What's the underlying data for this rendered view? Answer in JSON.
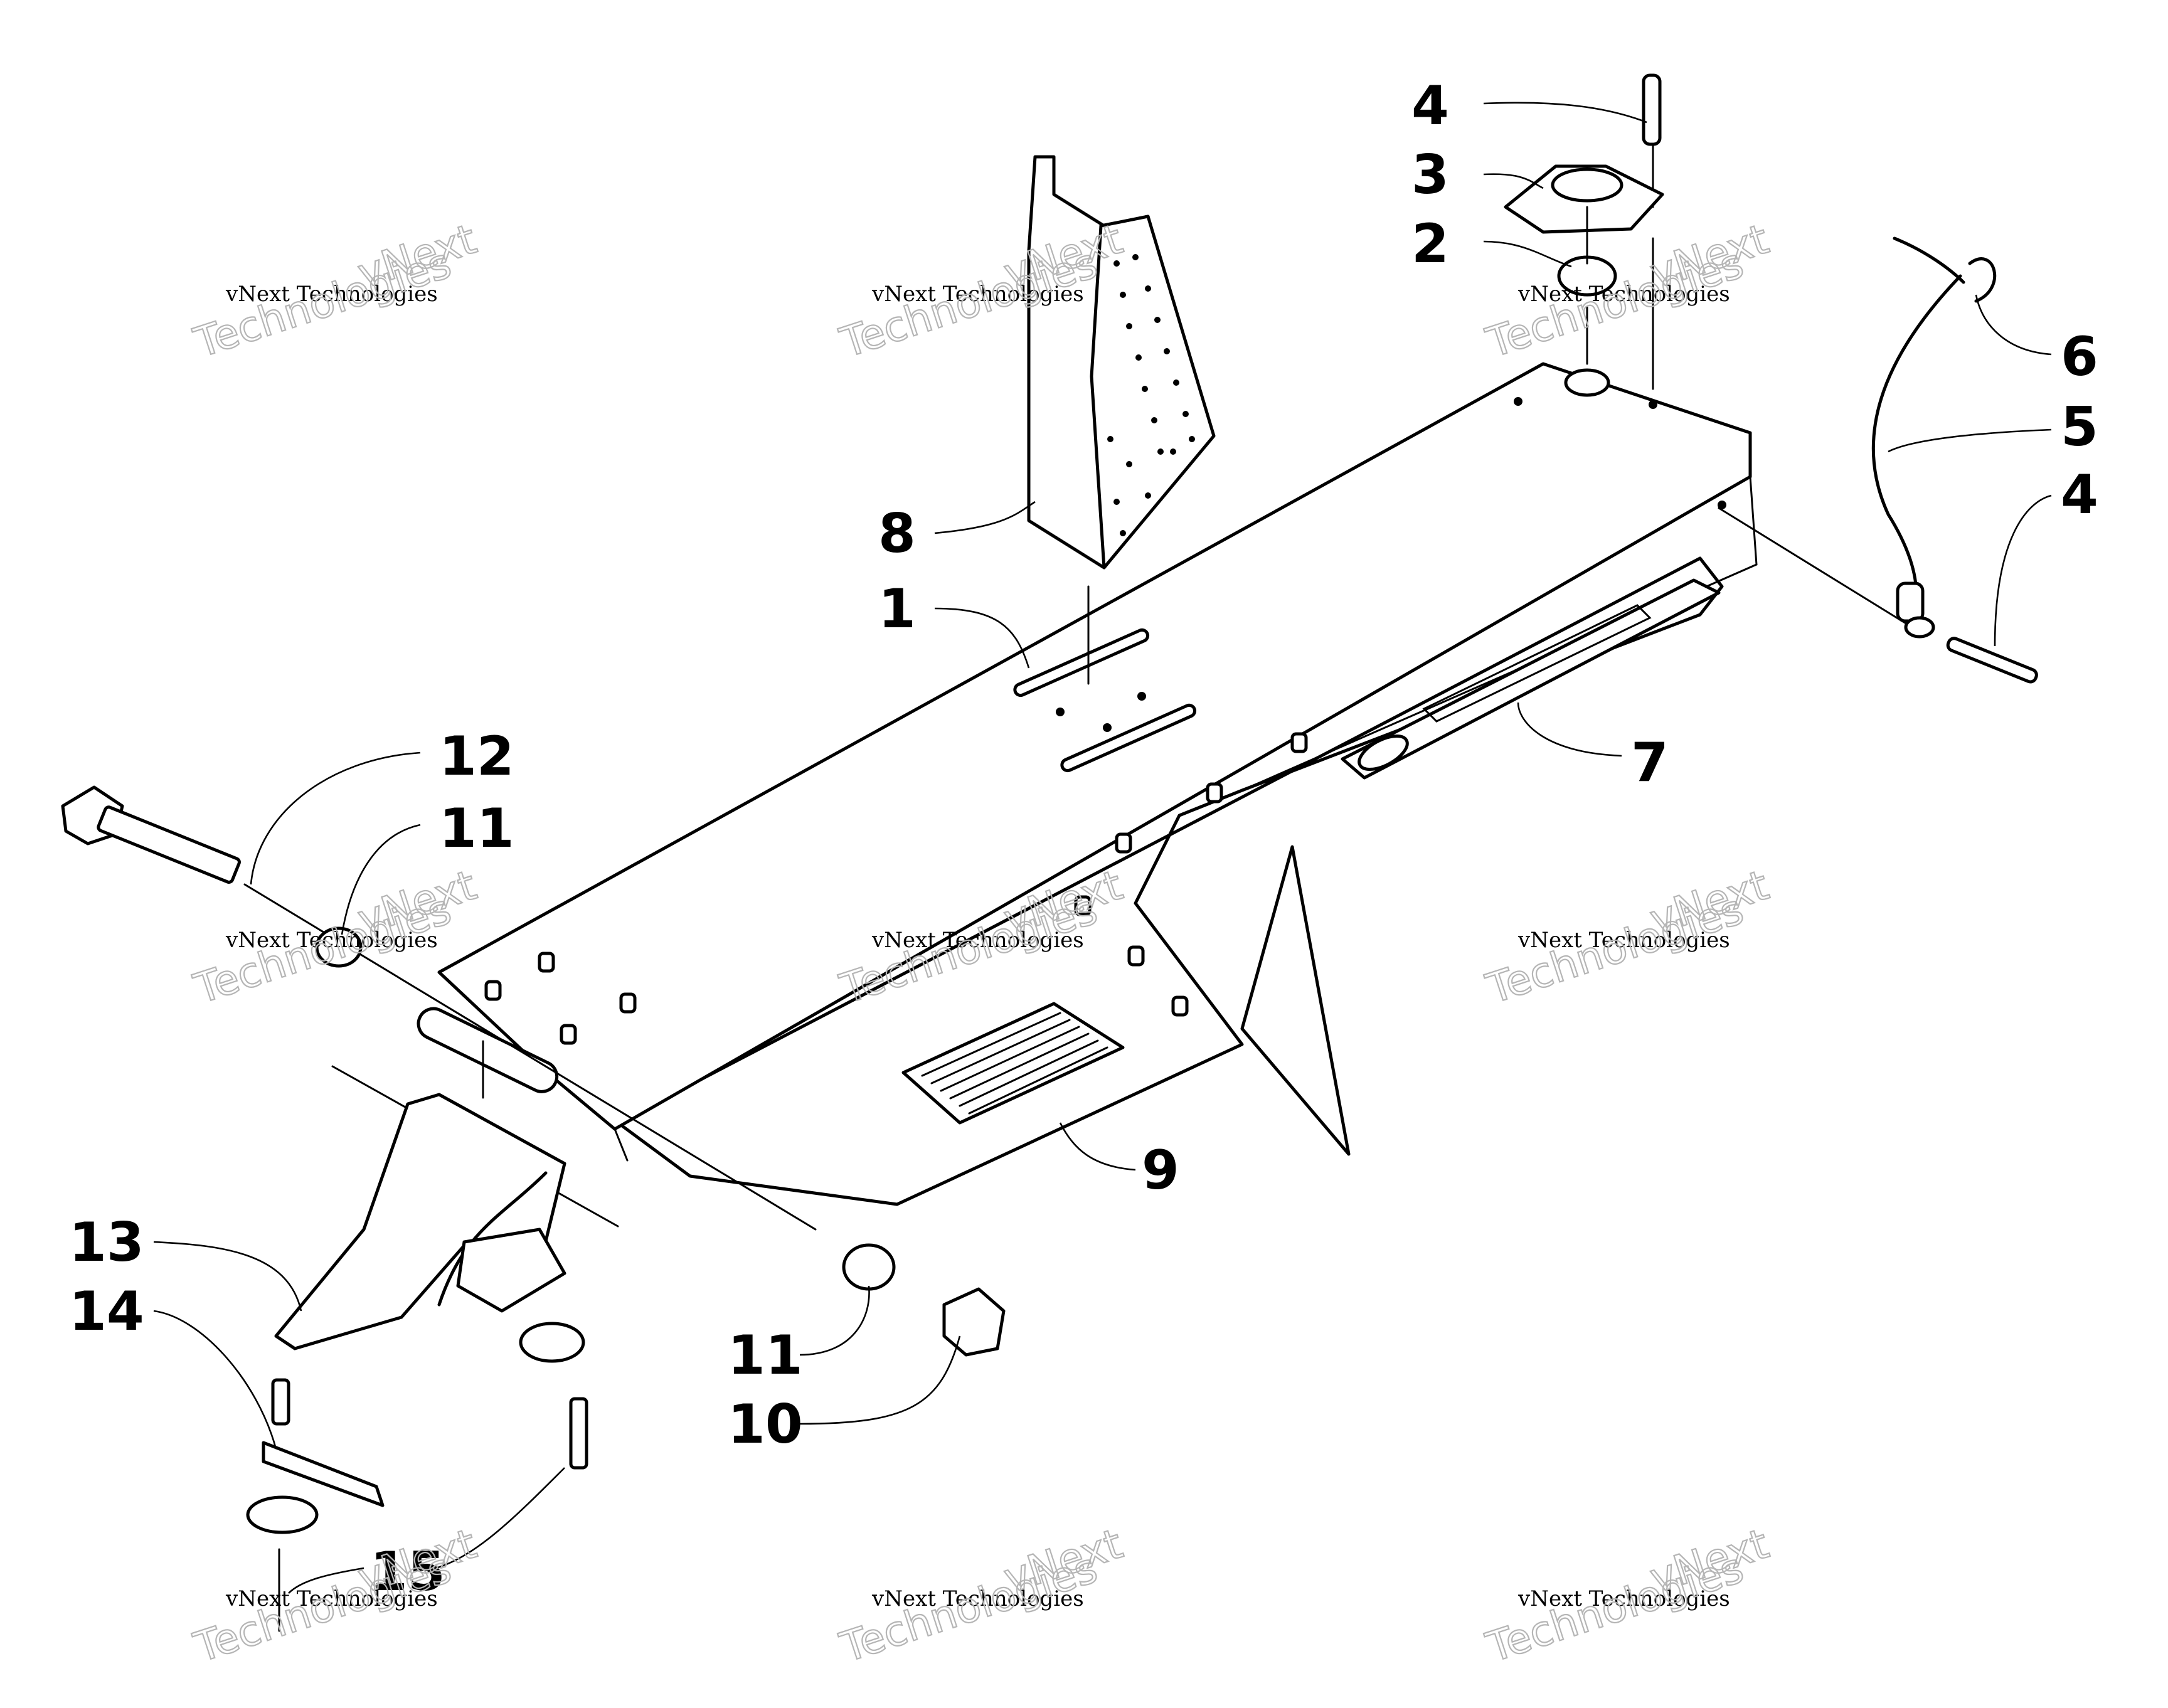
{
  "diagram": {
    "callouts": [
      {
        "id": "c1",
        "label": "1"
      },
      {
        "id": "c2",
        "label": "2"
      },
      {
        "id": "c3",
        "label": "3"
      },
      {
        "id": "c4a",
        "label": "4"
      },
      {
        "id": "c4b",
        "label": "4"
      },
      {
        "id": "c5",
        "label": "5"
      },
      {
        "id": "c6",
        "label": "6"
      },
      {
        "id": "c7",
        "label": "7"
      },
      {
        "id": "c8",
        "label": "8"
      },
      {
        "id": "c9",
        "label": "9"
      },
      {
        "id": "c10",
        "label": "10"
      },
      {
        "id": "c11a",
        "label": "11"
      },
      {
        "id": "c11b",
        "label": "11"
      },
      {
        "id": "c12",
        "label": "12"
      },
      {
        "id": "c13",
        "label": "13"
      },
      {
        "id": "c14",
        "label": "14"
      },
      {
        "id": "c15",
        "label": "15"
      }
    ],
    "watermark": {
      "line1": "vNext Technologies",
      "line2": "vNext",
      "line3": "Technologies"
    }
  }
}
